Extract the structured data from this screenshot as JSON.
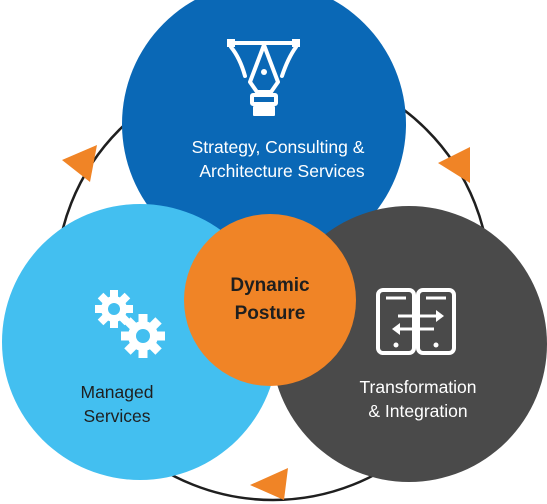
{
  "center": {
    "line1": "Dynamic",
    "line2": "Posture"
  },
  "nodes": {
    "strategy": {
      "line1": "Strategy, Consulting &",
      "line2": "Architecture Services",
      "icon": "pen-tool-icon"
    },
    "managed": {
      "line1": "Managed",
      "line2": "Services",
      "icon": "gears-icon"
    },
    "transformation": {
      "line1": "Transformation",
      "line2": "& Integration",
      "icon": "mobile-transfer-icon"
    }
  },
  "colors": {
    "blue_dark": "#0a68b6",
    "blue_light": "#43bff0",
    "gray": "#4a4a4a",
    "orange": "#f08426",
    "ring": "#1f1f1f"
  }
}
